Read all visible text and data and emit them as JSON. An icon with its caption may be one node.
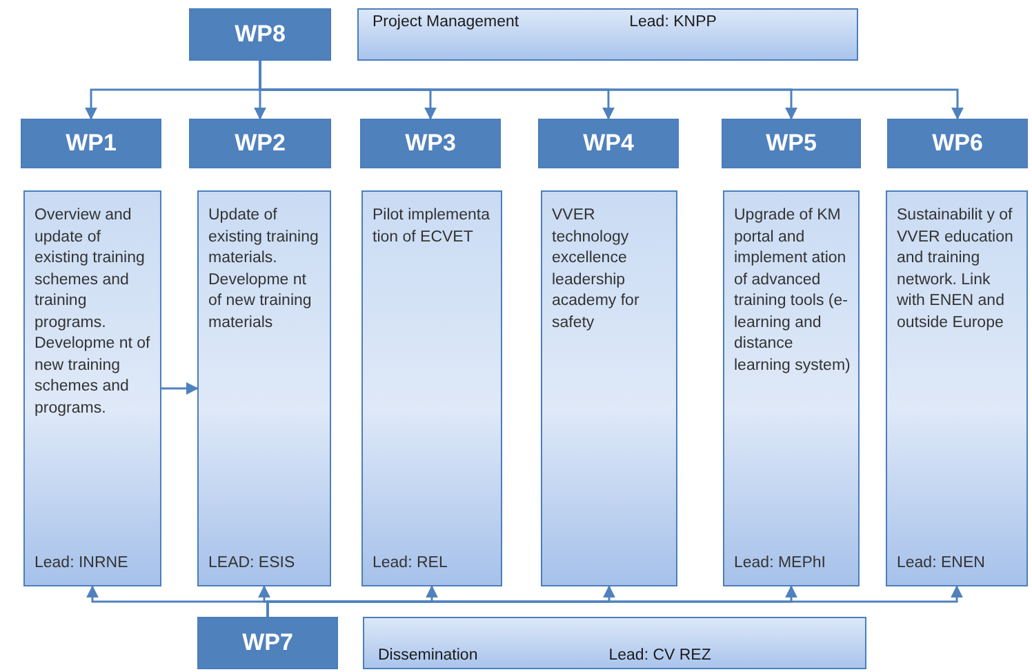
{
  "diagram": {
    "nodes": [
      {
        "text": [
          "WP8"
        ]
      },
      {
        "text": [
          "Project Management",
          "Lead: KNPP"
        ]
      },
      {
        "text": [
          "WP1"
        ]
      },
      {
        "text": [
          "WP2"
        ]
      },
      {
        "text": [
          "WP3"
        ]
      },
      {
        "text": [
          "WP4"
        ]
      },
      {
        "text": [
          "WP5"
        ]
      },
      {
        "text": [
          "WP6"
        ]
      },
      {
        "text": [
          "Overview and update of existing training schemes and training programs. Developme nt of new training schemes and programs.",
          "Lead: INRNE"
        ]
      },
      {
        "text": [
          "Update of existing training materials. Developme nt of new training materials",
          "LEAD: ESIS"
        ]
      },
      {
        "text": [
          "Pilot implementa tion of ECVET",
          "Lead: REL"
        ]
      },
      {
        "text": [
          "VVER technology excellence leadership academy for safety"
        ]
      },
      {
        "text": [
          "Upgrade of KM portal and implement ation of advanced training tools (e-learning and distance learning system)",
          "Lead: MEPhI"
        ]
      },
      {
        "text": [
          "Sustainabilit y of VVER education and training network. Link with ENEN and outside Europe",
          "Lead: ENEN"
        ]
      },
      {
        "text": [
          "WP7"
        ]
      },
      {
        "text": [
          "Dissemination",
          "Lead: CV REZ"
        ]
      }
    ],
    "edges": [
      {
        "from": 0,
        "to": 2,
        "arrow": "to"
      },
      {
        "from": 0,
        "to": 3,
        "arrow": "to"
      },
      {
        "from": 0,
        "to": 4,
        "arrow": "to"
      },
      {
        "from": 0,
        "to": 5,
        "arrow": "to"
      },
      {
        "from": 0,
        "to": 6,
        "arrow": "to"
      },
      {
        "from": 0,
        "to": 7,
        "arrow": "to"
      },
      {
        "from": 8,
        "to": 9,
        "arrow": "to"
      },
      {
        "from": 14,
        "to": 8,
        "arrow": "to"
      },
      {
        "from": 14,
        "to": 9,
        "arrow": "to"
      },
      {
        "from": 14,
        "to": 10,
        "arrow": "to"
      },
      {
        "from": 14,
        "to": 11,
        "arrow": "to"
      },
      {
        "from": 14,
        "to": 12,
        "arrow": "to"
      },
      {
        "from": 14,
        "to": 13,
        "arrow": "to"
      }
    ]
  }
}
